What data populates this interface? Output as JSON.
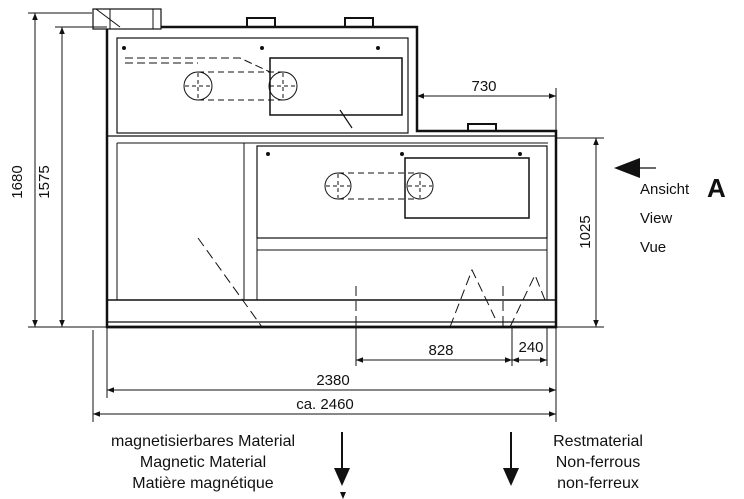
{
  "dimensions": {
    "overall_height": "1680",
    "upper_height": "1575",
    "step_width": "730",
    "lower_height": "1025",
    "left_offset": "828",
    "right_offset": "240",
    "frame_width": "2380",
    "total_width": "ca. 2460"
  },
  "view_label": {
    "word_de": "Ansicht",
    "letter": "A",
    "word_en": "View",
    "word_fr": "Vue"
  },
  "outputs": {
    "magnetic": [
      "magnetisierbares Material",
      "Magnetic Material",
      "Matière magnétique"
    ],
    "residual": [
      "Restmaterial",
      "Non-ferrous",
      "non-ferreux"
    ]
  }
}
